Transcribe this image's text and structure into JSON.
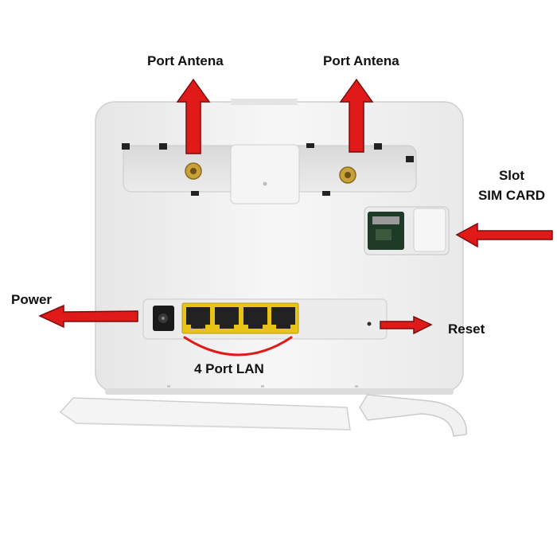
{
  "labels": {
    "antenna_left": "Port Antena",
    "antenna_right": "Port Antena",
    "sim_line1": "Slot",
    "sim_line2": "SIM CARD",
    "power": "Power",
    "reset": "Reset",
    "lan": "4 Port LAN"
  },
  "colors": {
    "arrow": "#e01919",
    "arrow_outline": "#7a0c0c",
    "device_body": "#f3f3f3",
    "lan_port": "#e8c417",
    "text": "#111111"
  }
}
